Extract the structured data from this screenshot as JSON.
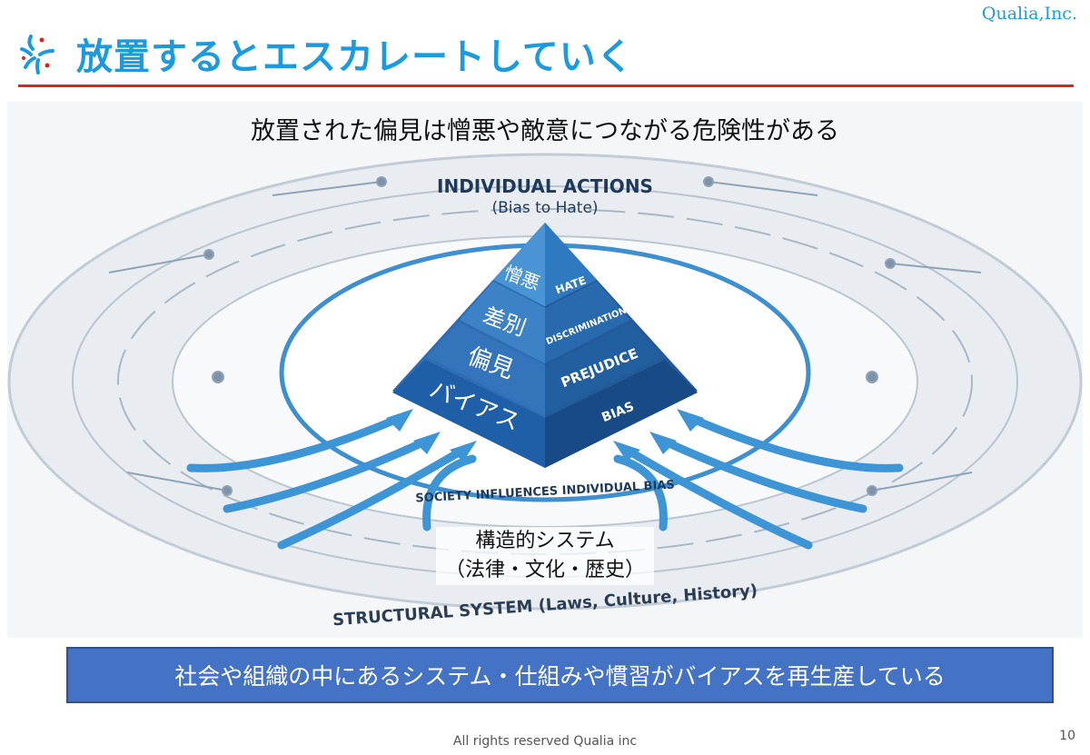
{
  "brand": "Qualia,Inc.",
  "title": "放置するとエスカレートしていく",
  "subtitle": "放置された偏見は憎悪や敵意につながる危険性がある",
  "diagram": {
    "top_label": "INDIVIDUAL ACTIONS",
    "top_sublabel": "(Bias to Hate)",
    "tiers": [
      {
        "jp": "憎悪",
        "en": "HATE"
      },
      {
        "jp": "差別",
        "en": "DISCRIMINATION"
      },
      {
        "jp": "偏見",
        "en": "PREJUDICE"
      },
      {
        "jp": "バイアス",
        "en": "BIAS"
      }
    ],
    "society_label": "SOCIETY INFLUENCES INDIVIDUAL BIAS",
    "structural_jp_1": "構造的システム",
    "structural_jp_2": "（法律・文化・歴史）",
    "structural_en": "STRUCTURAL SYSTEM (Laws, Culture, History)"
  },
  "conclusion": "社会や組織の中にあるシステム・仕組みや慣習がバイアスを再生産している",
  "footer": "All rights reserved Qualia inc",
  "page_number": "10",
  "colors": {
    "accent": "#1a9be0",
    "rule": "#d9261c",
    "box": "#4472c4"
  }
}
